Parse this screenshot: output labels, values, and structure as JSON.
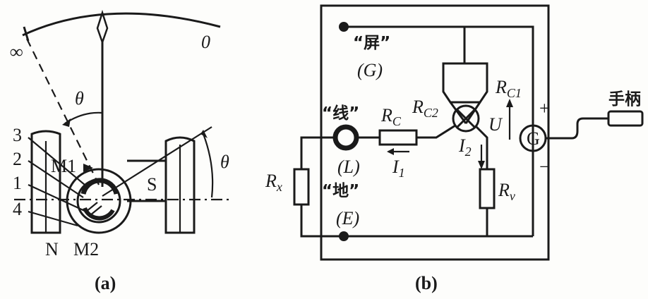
{
  "panel_a": {
    "caption": "(a)",
    "infinity": "∞",
    "zero": "0",
    "theta_left": "θ",
    "theta_right": "θ",
    "label_3": "3",
    "label_2": "2",
    "label_1": "1",
    "label_4": "4",
    "label_M1": "M1",
    "label_S": "S",
    "label_N": "N",
    "label_M2": "M2"
  },
  "panel_b": {
    "caption": "(b)",
    "screen_cn": "“屏”",
    "screen_g": "(G)",
    "line_cn": "“线”",
    "line_l": "(L)",
    "ground_cn": "“地”",
    "ground_e": "(E)",
    "rc": "R",
    "rc_sub": "C",
    "rc2": "R",
    "rc2_sub": "C2",
    "rc1": "R",
    "rc1_sub": "C1",
    "u": "U",
    "i1": "I",
    "i1_sub": "1",
    "i2": "I",
    "i2_sub": "2",
    "rv": "R",
    "rv_sub": "v",
    "rx": "R",
    "rx_sub": "x",
    "gen": "G",
    "plus": "+",
    "minus": "−",
    "handle_cn": "手柄"
  }
}
